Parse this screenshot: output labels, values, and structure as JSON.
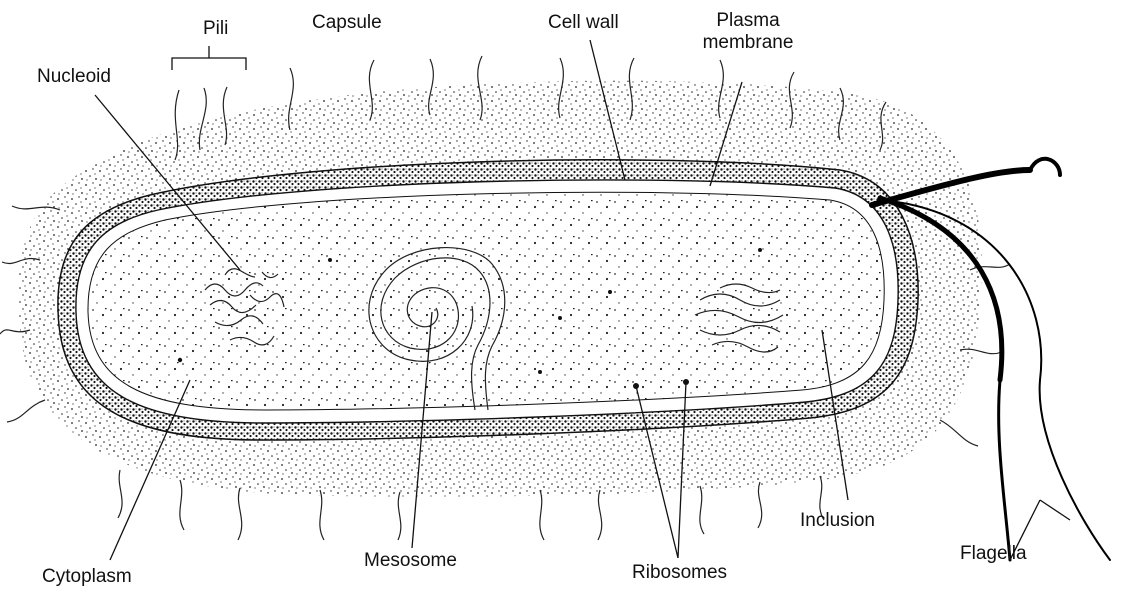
{
  "labels": {
    "pili": "Pili",
    "capsule": "Capsule",
    "cell_wall": "Cell wall",
    "plasma_membrane_line1": "Plasma",
    "plasma_membrane_line2": "membrane",
    "nucleoid": "Nucleoid",
    "cytoplasm": "Cytoplasm",
    "mesosome": "Mesosome",
    "ribosomes": "Ribosomes",
    "inclusion": "Inclusion",
    "flagella": "Flagella"
  },
  "colors": {
    "ink": "#111111",
    "background": "#ffffff"
  }
}
